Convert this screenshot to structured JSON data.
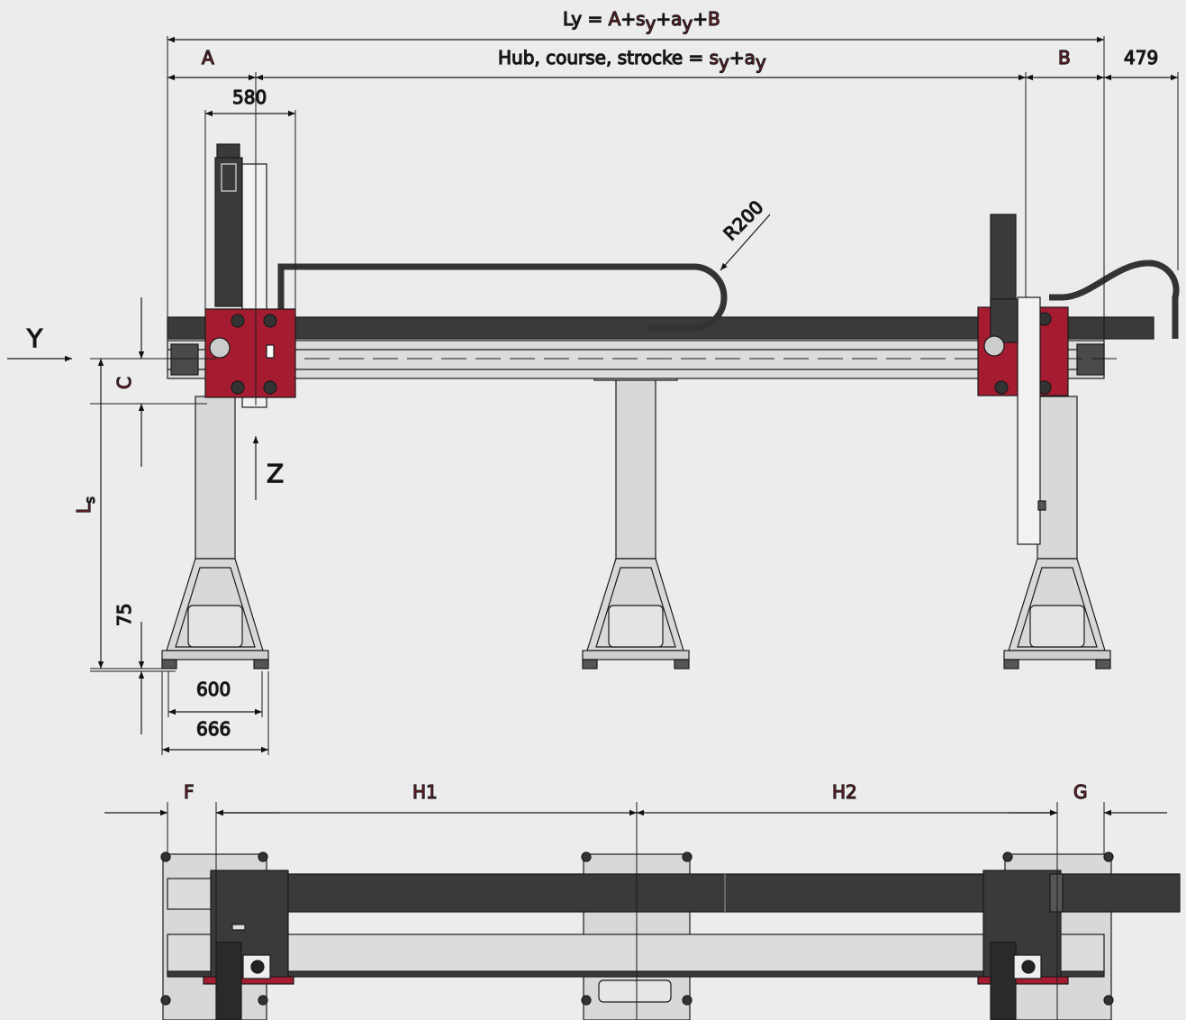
{
  "dimensions": {
    "total_length": {
      "prefix": "Ly = ",
      "A": "A",
      "plus1": "+",
      "sy": "s",
      "sy_sub": "y",
      "plus2": "+",
      "ay": "a",
      "ay_sub": "y",
      "plus3": "+",
      "B": "B"
    },
    "stroke": {
      "prefix": "Hub, course, strocke = ",
      "sy": "s",
      "sy_sub": "y",
      "plus": "+",
      "ay": "a",
      "ay_sub": "y"
    },
    "A": "A",
    "B": "B",
    "d479": "479",
    "d580": "580",
    "R200": "R200",
    "Y": "Y",
    "Z": "Z",
    "C": "C",
    "Ls": "L",
    "Ls_sub": "s",
    "d75": "75",
    "d600": "600",
    "d666": "666",
    "F": "F",
    "H1": "H1",
    "H2": "H2",
    "G": "G"
  },
  "colors": {
    "background": "#ececec",
    "carriage_red": "#a51c30",
    "beam_dark": "#3a3a3a",
    "steel_light": "#d8d8d8",
    "line": "#1a1a1a"
  }
}
